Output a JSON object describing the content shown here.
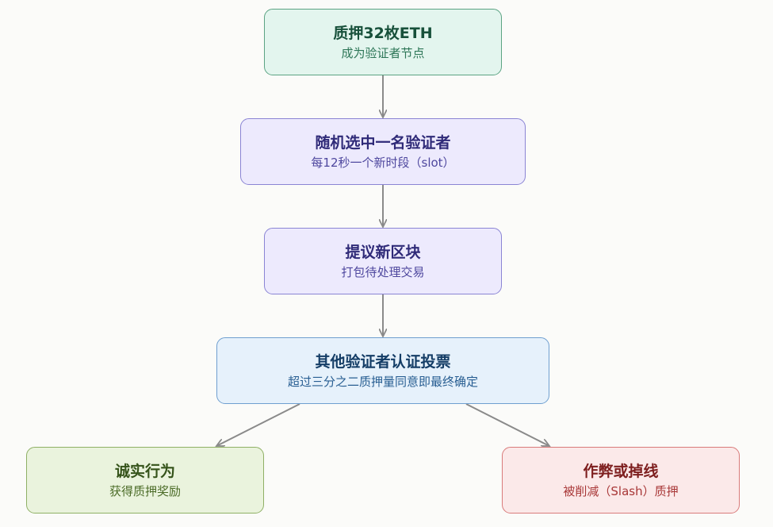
{
  "colors": {
    "connector": "#8a8a8a",
    "stake_bg": "#e3f5ee",
    "stake_border": "#5ba383",
    "stake_title": "#17503a",
    "stake_sub": "#2d7657",
    "propose_bg": "#edeafd",
    "propose_border": "#8a84d4",
    "propose_title": "#2f2a78",
    "propose_sub": "#4e479e",
    "vote_bg": "#e6f1fb",
    "vote_border": "#6f9fd0",
    "vote_title": "#143d66",
    "vote_sub": "#285e92",
    "honest_bg": "#eaf3dd",
    "honest_border": "#8fb065",
    "honest_title": "#35531a",
    "honest_sub": "#4c6c28",
    "slash_bg": "#fbe9e9",
    "slash_border": "#d97b7b",
    "slash_title": "#7e1f1f",
    "slash_sub": "#a83737"
  },
  "nodes": [
    {
      "id": "stake",
      "title": "质押32枚ETH",
      "subtitle": "成为验证者节点"
    },
    {
      "id": "select",
      "title": "随机选中一名验证者",
      "subtitle": "每12秒一个新时段（slot）"
    },
    {
      "id": "propose",
      "title": "提议新区块",
      "subtitle": "打包待处理交易"
    },
    {
      "id": "attest",
      "title": "其他验证者认证投票",
      "subtitle": "超过三分之二质押量同意即最终确定"
    },
    {
      "id": "honest",
      "title": "诚实行为",
      "subtitle": "获得质押奖励"
    },
    {
      "id": "slash",
      "title": "作弊或掉线",
      "subtitle": "被削减（Slash）质押"
    }
  ]
}
